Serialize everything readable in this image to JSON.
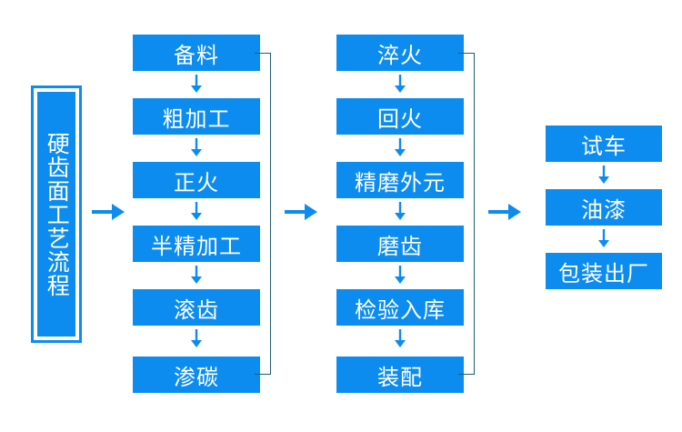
{
  "diagram": {
    "title_plaque": {
      "text": "硬齿面工艺流程",
      "color": "#0d8cf0"
    },
    "accent_color": "#0d8cf0",
    "connector_color": "#1c5f73",
    "arrow_down_glyph": "down-arrow",
    "arrow_right_glyph": "right-arrow",
    "columns": [
      {
        "name": "column-1",
        "steps": [
          "备料",
          "粗加工",
          "正火",
          "半精加工",
          "滚齿",
          "渗碳"
        ]
      },
      {
        "name": "column-2",
        "steps": [
          "淬火",
          "回火",
          "精磨外元",
          "磨齿",
          "检验入库",
          "装配"
        ]
      },
      {
        "name": "column-3",
        "steps": [
          "试车",
          "油漆",
          "包装出厂"
        ]
      }
    ]
  }
}
